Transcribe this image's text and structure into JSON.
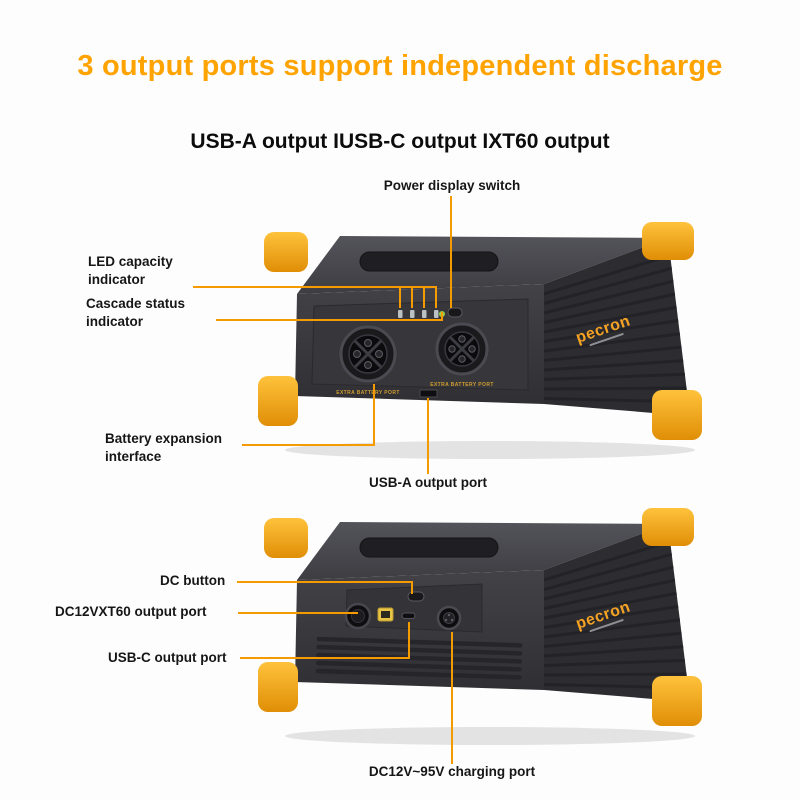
{
  "header": {
    "title": "3 output ports support independent discharge",
    "subtitle": "USB-A output IUSB-C output IXT60 output"
  },
  "colors": {
    "title_orange": "#FFA301",
    "callout_line_orange": "#F59B00",
    "bumper_yellow": "#F6A324",
    "device_body_dark": "#3a3a3e"
  },
  "top_device": {
    "brand": "pecron",
    "extra_battery_port_label": "EXTRA BATTERY PORT",
    "callouts": {
      "power_display_switch": "Power display switch",
      "led_capacity_indicator": "LED capacity indicator",
      "cascade_status_indicator": "Cascade status indicator",
      "battery_expansion_interface": "Battery expansion interface",
      "usb_a_output_port": "USB-A output port"
    }
  },
  "bottom_device": {
    "brand": "pecron",
    "callouts": {
      "dc_button": "DC button",
      "dc12v_xt60_output_port": "DC12VXT60 output port",
      "usb_c_output_port": "USB-C output port",
      "charging_port": "DC12V~95V charging port"
    }
  }
}
